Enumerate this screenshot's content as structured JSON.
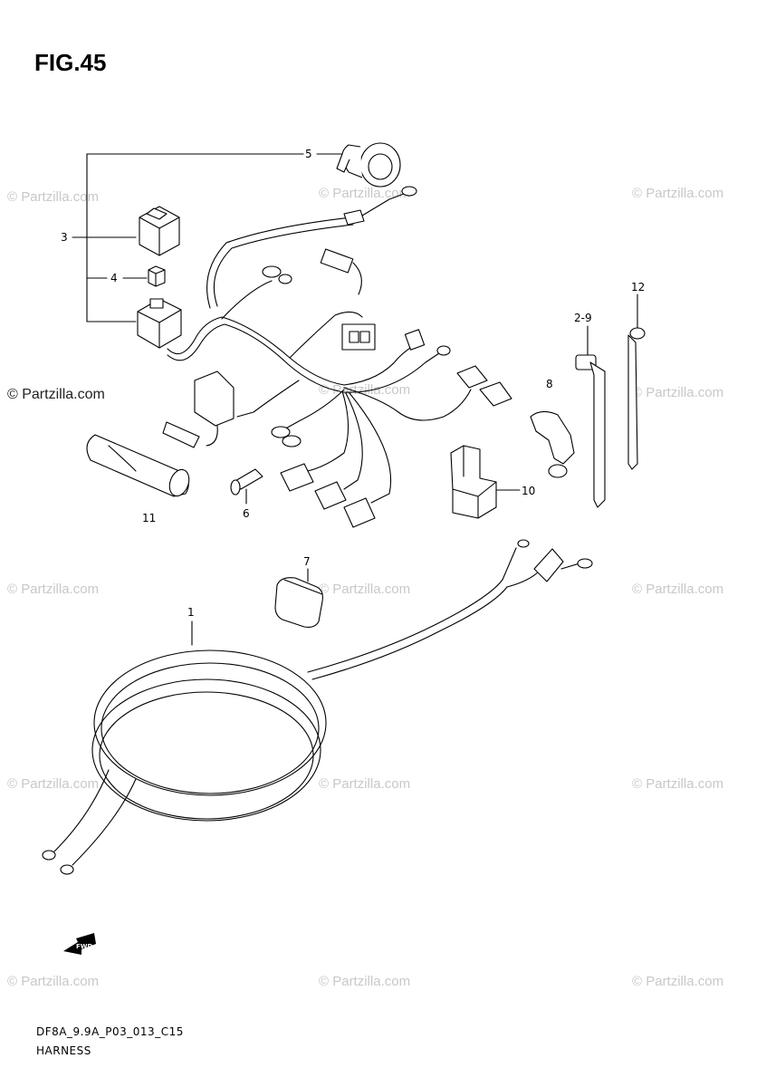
{
  "figure": {
    "title": "FIG.45",
    "code": "DF8A_9.9A_P03_013_C15",
    "name": "HARNESS"
  },
  "watermark": "© Partzilla.com",
  "fwd_label": "FWD",
  "callouts": {
    "c1": "1",
    "c3": "3",
    "c4": "4",
    "c5": "5",
    "c6": "6",
    "c7": "7",
    "c8": "8",
    "c10": "10",
    "c11": "11",
    "c12": "12",
    "c2_9": "2-9"
  },
  "colors": {
    "line": "#000000",
    "watermark": "#c8c8c8",
    "background": "#ffffff"
  }
}
